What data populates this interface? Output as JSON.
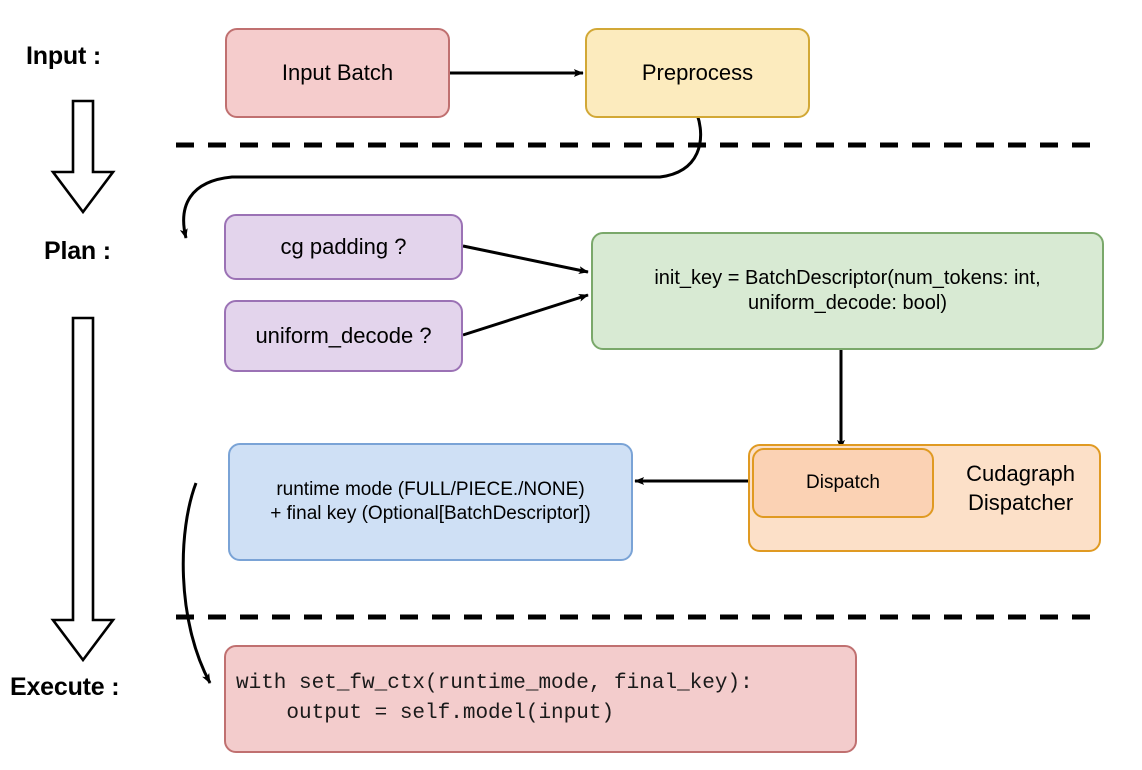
{
  "diagram": {
    "title_context": "vLLM cudagraph dispatch pipeline",
    "stages": [
      {
        "key": "input",
        "label": "Input :"
      },
      {
        "key": "plan",
        "label": "Plan :"
      },
      {
        "key": "execute",
        "label": "Execute :"
      }
    ],
    "nodes": {
      "input_batch": {
        "label": "Input Batch",
        "fill": "#f5cccc",
        "stroke": "#c07070"
      },
      "preprocess": {
        "label": "Preprocess",
        "fill": "#fcebbe",
        "stroke": "#d2a836"
      },
      "cg_padding": {
        "label": "cg padding ?",
        "fill": "#e3d4ec",
        "stroke": "#9b72b5"
      },
      "uniform_decode": {
        "label": "uniform_decode ?",
        "fill": "#e3d4ec",
        "stroke": "#9b72b5"
      },
      "init_key": {
        "line1": "init_key = BatchDescriptor(num_tokens: int,",
        "line2": "uniform_decode: bool)",
        "fill": "#d8ead3",
        "stroke": "#7aa86a"
      },
      "runtime_mode": {
        "line1": "runtime mode (FULL/PIECE./NONE)",
        "line2": "+ final key (Optional[BatchDescriptor])",
        "fill": "#cfe0f5",
        "stroke": "#7aa3d6"
      },
      "dispatch": {
        "label": "Dispatch",
        "fill": "#fbd2b4",
        "stroke": "#e09a22"
      },
      "dispatcher": {
        "line1": "Cudagraph",
        "line2": "Dispatcher",
        "fill": "#fce0c8",
        "stroke": "#e09a22"
      },
      "code_block": {
        "line1": "with set_fw_ctx(runtime_mode, final_key):",
        "line2": "    output = self.model(input)",
        "fill": "#f3cccc",
        "stroke": "#c07070"
      }
    },
    "separators": [
      {
        "name": "input-plan-divider",
        "style": "dashed",
        "color": "#000000"
      },
      {
        "name": "plan-execute-divider",
        "style": "dashed",
        "color": "#000000"
      }
    ],
    "flow_arrows": [
      {
        "name": "input-batch-to-preprocess",
        "from": "input_batch",
        "to": "preprocess"
      },
      {
        "name": "preprocess-to-cg-padding",
        "from": "preprocess",
        "to": "cg_padding"
      },
      {
        "name": "cg-padding-to-init-key",
        "from": "cg_padding",
        "to": "init_key"
      },
      {
        "name": "uniform-decode-to-init-key",
        "from": "uniform_decode",
        "to": "init_key"
      },
      {
        "name": "init-key-to-dispatch",
        "from": "init_key",
        "to": "dispatch"
      },
      {
        "name": "dispatch-to-runtime-mode",
        "from": "dispatch",
        "to": "runtime_mode"
      },
      {
        "name": "runtime-mode-to-code-block",
        "from": "runtime_mode",
        "to": "code_block"
      }
    ],
    "stage_block_arrows": [
      {
        "name": "input-to-plan-block-arrow"
      },
      {
        "name": "plan-to-execute-block-arrow"
      }
    ]
  }
}
